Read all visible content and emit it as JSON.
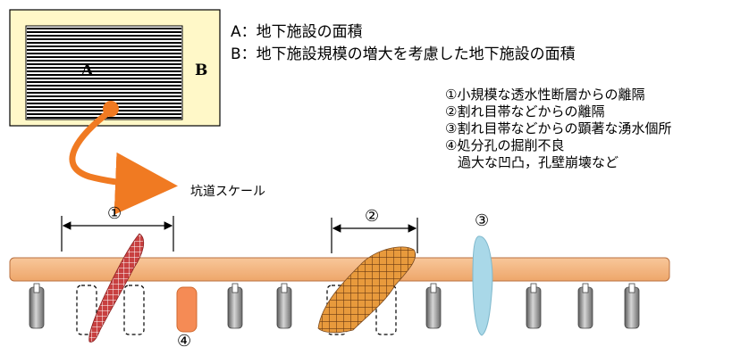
{
  "legend": {
    "a": "A：地下施設の面積",
    "b": "B：地下施設規模の増大を考慮した地下施設の面積"
  },
  "inset": {
    "label_a": "A",
    "label_b": "B",
    "arrow_label": "坑道スケール"
  },
  "notes": [
    "①小規模な透水性断層からの離隔",
    "②割れ目帯などからの離隔",
    "③割れ目帯などからの顕著な湧水個所",
    "④処分孔の掘削不良",
    "過大な凹凸，孔壁崩壊など"
  ],
  "markers": {
    "m1": "①",
    "m2": "②",
    "m3": "③",
    "m4": "④"
  },
  "colors": {
    "tunnel": "#f4b27c",
    "arrow": "#f07a22",
    "fault_red": "#b53a3a",
    "zone_orange": "#e79a3a",
    "water_blue": "#a7d6e6",
    "bad_hole": "#f58b55",
    "canister": "#9c9c9c"
  }
}
